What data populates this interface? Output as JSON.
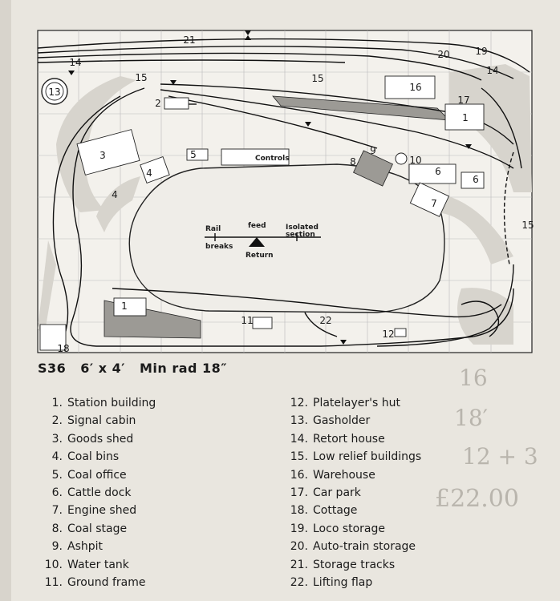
{
  "diagram": {
    "track_numbers": [
      "21",
      "20",
      "19",
      "14",
      "14",
      "15",
      "15",
      "13",
      "16",
      "17",
      "1",
      "2",
      "3",
      "4",
      "4",
      "5",
      "9",
      "8",
      "10",
      "6",
      "6",
      "7",
      "15",
      "1",
      "11",
      "22",
      "12",
      "18"
    ],
    "controls_label": "Controls",
    "rail_breaks": {
      "line1": "Rail",
      "line2": "breaks"
    },
    "feed": "feed",
    "return": "Return",
    "isolated": {
      "line1": "Isolated",
      "line2": "section"
    }
  },
  "caption": {
    "code": "S36",
    "size": "6′ x 4′",
    "radius": "Min rad 18″"
  },
  "legend": [
    {
      "num": "1.",
      "label": "Station building"
    },
    {
      "num": "2.",
      "label": "Signal cabin"
    },
    {
      "num": "3.",
      "label": "Goods shed"
    },
    {
      "num": "4.",
      "label": "Coal bins"
    },
    {
      "num": "5.",
      "label": "Coal office"
    },
    {
      "num": "6.",
      "label": "Cattle dock"
    },
    {
      "num": "7.",
      "label": "Engine shed"
    },
    {
      "num": "8.",
      "label": "Coal stage"
    },
    {
      "num": "9.",
      "label": "Ashpit"
    },
    {
      "num": "10.",
      "label": "Water tank"
    },
    {
      "num": "11.",
      "label": "Ground frame"
    },
    {
      "num": "12.",
      "label": "Platelayer's hut"
    },
    {
      "num": "13.",
      "label": "Gasholder"
    },
    {
      "num": "14.",
      "label": "Retort house"
    },
    {
      "num": "15.",
      "label": "Low relief buildings"
    },
    {
      "num": "16.",
      "label": "Warehouse"
    },
    {
      "num": "17.",
      "label": "Car park"
    },
    {
      "num": "18.",
      "label": "Cottage"
    },
    {
      "num": "19.",
      "label": "Loco storage"
    },
    {
      "num": "20.",
      "label": "Auto-train storage"
    },
    {
      "num": "21.",
      "label": "Storage tracks"
    },
    {
      "num": "22.",
      "label": "Lifting flap"
    }
  ],
  "handwritten": [
    "16",
    "18′",
    "12 + 3",
    "£22.00"
  ]
}
